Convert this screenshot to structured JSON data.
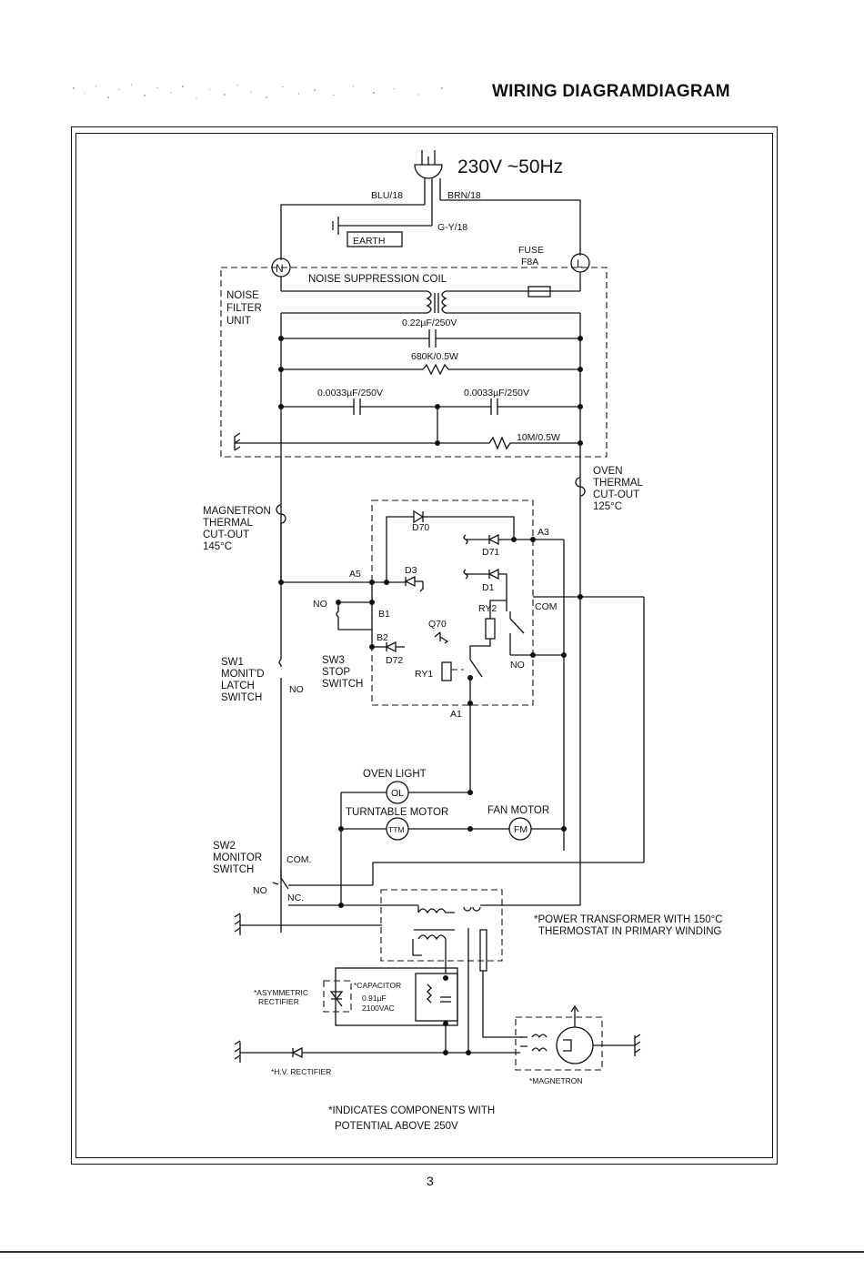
{
  "page": {
    "title": "WIRING DIAGRAMDIAGRAM",
    "page_number": "3"
  },
  "power": {
    "supply": "230V ~50Hz",
    "blu": "BLU/18",
    "brn": "BRN/18",
    "gy": "G-Y/18",
    "earth": "EARTH",
    "neutral": "N",
    "live": "L",
    "fuse_line1": "FUSE",
    "fuse_line2": "F8A"
  },
  "noise_filter": {
    "label_line1": "NOISE",
    "label_line2": "FILTER",
    "label_line3": "UNIT",
    "coil": "NOISE SUPPRESSION COIL",
    "cap1": "0.22µF/250V",
    "resistor1": "680K/0.5W",
    "cap2": "0.0033µF/250V",
    "cap3": "0.0033µF/250V",
    "resistor2": "10M/0.5W"
  },
  "oven_cutout": {
    "line1": "OVEN",
    "line2": "THERMAL",
    "line3": "CUT-OUT",
    "line4": "125°C"
  },
  "magnetron_cutout": {
    "line1": "MAGNETRON",
    "line2": "THERMAL",
    "line3": "CUT-OUT",
    "line4": "145°C"
  },
  "control": {
    "d70": "D70",
    "d71": "D71",
    "a3": "A3",
    "a5": "A5",
    "d3": "D3",
    "d1": "D1",
    "no": "NO",
    "b1": "B1",
    "ry2": "RY2",
    "com": "COM",
    "q70": "Q70",
    "b2": "B2",
    "d72": "D72",
    "ry1": "RY1",
    "no2": "NO",
    "a1": "A1"
  },
  "switches": {
    "sw1_line1": "SW1",
    "sw1_line2": "MONIT'D",
    "sw1_line3": "LATCH",
    "sw1_line4": "SWITCH",
    "sw1_no": "NO",
    "sw3_line1": "SW3",
    "sw3_line2": "STOP",
    "sw3_line3": "SWITCH",
    "sw2_line1": "SW2",
    "sw2_line2": "MONITOR",
    "sw2_line3": "SWITCH",
    "sw2_com": "COM.",
    "sw2_no": "NO",
    "sw2_nc": "NC."
  },
  "loads": {
    "oven_light": "OVEN LIGHT",
    "ol": "OL",
    "turntable_motor": "TURNTABLE MOTOR",
    "ttm": "TTM",
    "fan_motor": "FAN MOTOR",
    "fm": "FM"
  },
  "hv": {
    "transformer_line1": "*POWER TRANSFORMER WITH 150°C",
    "transformer_line2": "THERMOSTAT IN PRIMARY WINDING",
    "asym_line1": "*ASYMMETRIC",
    "asym_line2": "RECTIFIER",
    "cap_line1": "*CAPACITOR",
    "cap_line2": "0.91µF",
    "cap_line3": "2100VAC",
    "hv_rectifier": "*H.V. RECTIFIER",
    "magnetron": "*MAGNETRON"
  },
  "footnote": {
    "line1": "*INDICATES COMPONENTS WITH",
    "line2": "POTENTIAL ABOVE 250V"
  }
}
